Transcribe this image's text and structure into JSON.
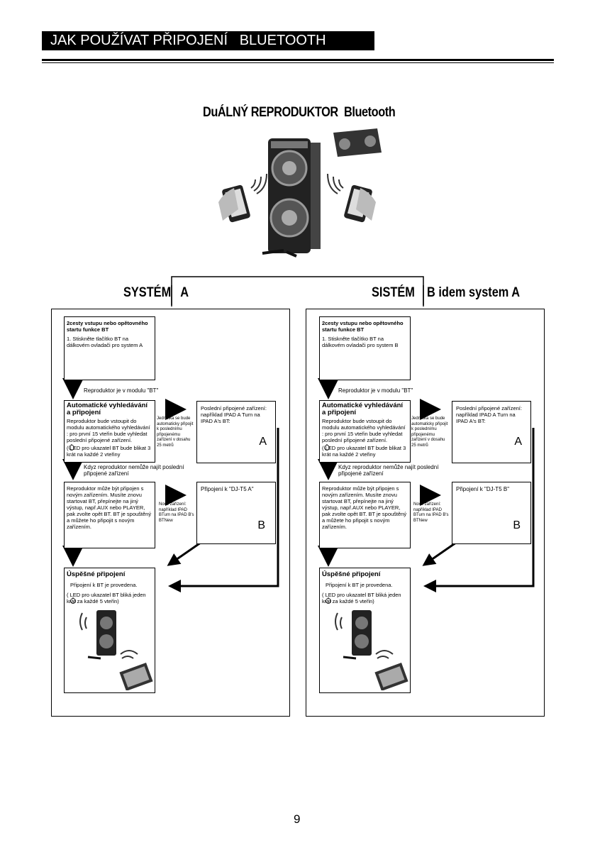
{
  "header": {
    "title": "JAK POUŽÍVAT PŘIPOJENÍ   BLUETOOTH"
  },
  "main_title": "DuÁLNÝ REPRODUKTOR  Bluetooth",
  "system_a_title": "SYSTÉM   A",
  "system_b_title_1": "SISTÉM",
  "system_b_title_2": "B idem system A",
  "left": {
    "box1_title": "2cesty vstupu nebo opětovného startu funkce BT",
    "box1_text": "1. Stiskněte tlačítko BT na dálkovém ovladači pro system A",
    "arrow1_label": "Reproduktor je v modulu  \"BT\"",
    "box2_title": "Automatické vyhledávání a připojení",
    "box2_text": "Reproduktor bude vstoupit do modulu automatického vyhledávání : pro první 15 vteřin bude vyhledat poslední připojené zařízení.",
    "box2_led": "(     LED pro ukazatel   BT bude blikat 3 krát na každé 2 vteřiny",
    "side_note1": "Jednotka se bude automaticky připojit k poslednímu připojenému zařízení v dosahu 25 metrů",
    "box3_text": "Poslední připojené zařízení: například   IPAD A Turn na IPAD A's BT:",
    "box3_letter": "A",
    "arrow2_label": "Kdyz reproduktor nemůže najít poslední připojené zařízení",
    "box4_text": "Reproduktor může být připojen s novým zařízením.  Musíte znovu startovat BT, přepínejte na jiný výstup, např.AUX nebo PLAYER, pak zvolte opět BT. BT je spouštěný a můžete ho připojit s novým zařízením.",
    "side_note2": "Nové zařízení: například  IPAD BTurn na IPAD B's BTNew",
    "box5_text": "Připojení k \"DJ-T5 A\"",
    "box5_letter": "B",
    "box6_title": "Úspěšné připojení",
    "box6_text": "Připojení k BT je provedena.",
    "box6_led": "(     LED  pro ukazatel BT bliká jeden krát za každé 5 vteřin)"
  },
  "right": {
    "box1_title": "2cesty vstupu nebo opětovného startu funkce BT",
    "box1_text": "1. Stiskněte tlačítko BT na dálkovém ovladači pro system B",
    "arrow1_label": "Reproduktor je v modulu  \"BT\"",
    "box2_title": "Automatické vyhledávání a připojení",
    "box2_text": "Reproduktor bude vstoupit do modulu automatického vyhledávání : pro první 15 vteřin bude vyhledat poslední připojené zařízení.",
    "box2_led": "(     LED pro ukazatel   BT bude blikat 3 krát na každé 2 vteřiny",
    "side_note1": "Jednotka se bude automaticky připojit k poslednímu připojenému zařízení v dosahu 25 metrů",
    "box3_text": "Poslední připojené zařízení: například   IPAD A Turn na IPAD A's BT:",
    "box3_letter": "A",
    "arrow2_label": "Kdyz reproduktor nemůže najít poslední připojené zařízení",
    "box4_text": "Reproduktor může být připojen s novým zařízením.  Musíte znovu startovat BT, přepínejte na jiný výstup, např.AUX nebo PLAYER, pak zvolte opět BT. BT je spouštěný a můžete ho připojit s novým zařízením.",
    "side_note2": "Nové zařízení: například  IPAD BTurn na IPAD B's BTNew",
    "box5_text": "Připojení k \"DJ-T5  B\"",
    "box5_letter": "B",
    "box6_title": "Úspěšné připojení",
    "box6_text": "Připojení k BT je provedena.",
    "box6_led": "(     LED  pro ukazatel BT bliká jeden krát za každé 5 vteřin)"
  },
  "page_number": "9"
}
